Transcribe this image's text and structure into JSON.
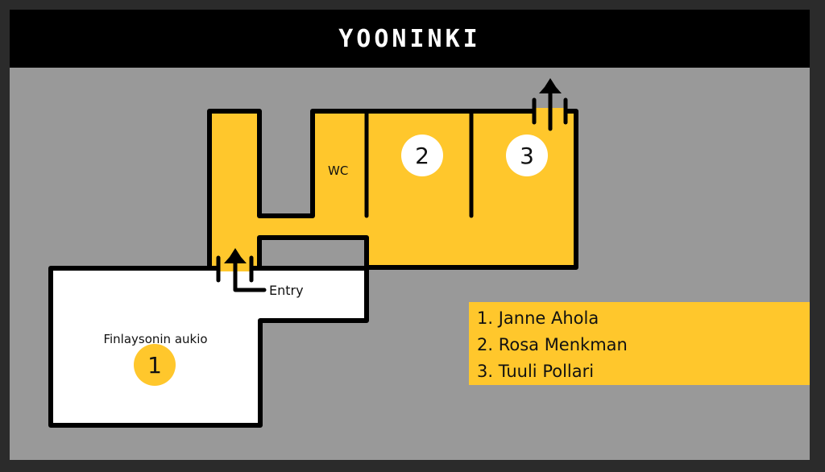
{
  "header": {
    "title": "YOONINKI"
  },
  "map": {
    "wc_label": "WC",
    "entry_label": "Entry",
    "square_label": "Finlaysonin aukio",
    "markers": [
      "1",
      "2",
      "3"
    ]
  },
  "legend": {
    "items": [
      "1. Janne Ahola",
      "2. Rosa Menkman",
      "3. Tuuli Pollari"
    ]
  },
  "colors": {
    "accent": "#ffc72c",
    "background": "#999999",
    "header": "#000000"
  }
}
